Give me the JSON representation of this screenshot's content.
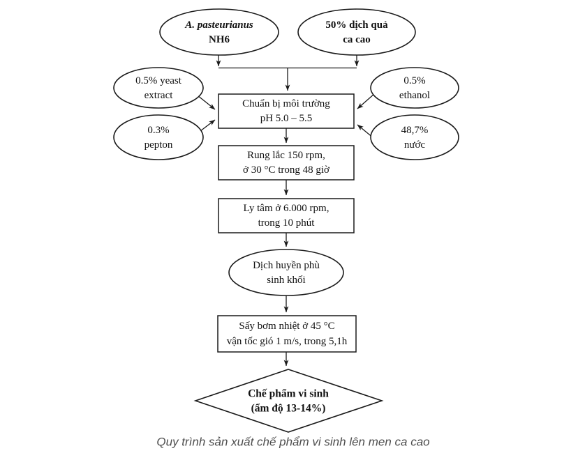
{
  "figure": {
    "caption": "Quy trình sản xuất chế phẩm vi sinh lên men ca cao",
    "colors": {
      "background": "#ffffff",
      "stroke": "#1a1a1a",
      "text": "#111111",
      "caption": "#4d4d4d"
    },
    "nodes": {
      "strain": {
        "shape": "ellipse",
        "line1": "A. pasteurianus",
        "line2": "NH6"
      },
      "juice": {
        "shape": "ellipse",
        "line1": "50% dịch quả",
        "line2": "ca cao"
      },
      "yeast": {
        "shape": "ellipse",
        "line1": "0.5% yeast",
        "line2": "extract"
      },
      "pepton": {
        "shape": "ellipse",
        "line1": "0.3%",
        "line2": "pepton"
      },
      "ethanol": {
        "shape": "ellipse",
        "line1": "0.5%",
        "line2": "ethanol"
      },
      "water": {
        "shape": "ellipse",
        "line1": "48,7%",
        "line2": "nước"
      },
      "prepare": {
        "shape": "rect",
        "line1": "Chuẩn bị môi trường",
        "line2": "pH 5.0 – 5.5"
      },
      "shake": {
        "shape": "rect",
        "line1": "Rung lắc 150 rpm,",
        "line2": "ở 30 °C trong 48 giờ"
      },
      "centrifuge": {
        "shape": "rect",
        "line1": "Ly tâm ở 6.000 rpm,",
        "line2": "trong 10 phút"
      },
      "suspension": {
        "shape": "ellipse",
        "line1": "Dịch huyền phù",
        "line2": "sinh khối"
      },
      "dry": {
        "shape": "rect",
        "line1": "Sấy bơm nhiệt ở 45 °C",
        "line2": "vận tốc gió 1 m/s, trong 5,1h"
      },
      "product": {
        "shape": "diamond",
        "line1": "Chế phẩm vi sinh",
        "line2": "(ẩm độ 13-14%)"
      }
    }
  }
}
